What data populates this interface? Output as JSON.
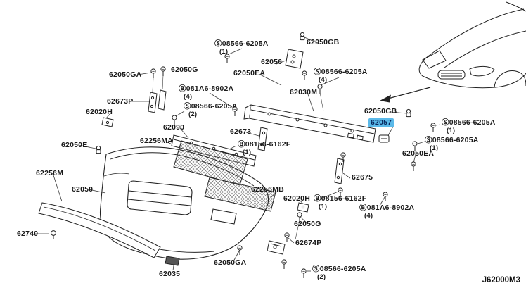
{
  "drawing_number": "J62000M3",
  "highlight_color": "#5bb9e9",
  "highlighted_part": "62057",
  "labels": [
    {
      "text": "62050GA"
    },
    {
      "text": "62050G"
    },
    {
      "text": "Ⓢ08566-6205A",
      "qty": "(1)"
    },
    {
      "text": "62056"
    },
    {
      "text": "62050GB"
    },
    {
      "text": "62050EA"
    },
    {
      "text": "Ⓢ08566-6205A",
      "qty": "(4)"
    },
    {
      "text": "Ⓑ081A6-8902A",
      "qty": "(4)"
    },
    {
      "text": "62673P"
    },
    {
      "text": "Ⓢ08566-6205A",
      "qty": "(2)"
    },
    {
      "text": "62020H"
    },
    {
      "text": "62030M"
    },
    {
      "text": "62090"
    },
    {
      "text": "62673"
    },
    {
      "text": "62050GB"
    },
    {
      "text": "62057",
      "highlighted": true
    },
    {
      "text": "Ⓢ08566-6205A",
      "qty": "(1)"
    },
    {
      "text": "Ⓢ08566-6205A",
      "qty": "(1)"
    },
    {
      "text": "62050EA"
    },
    {
      "text": "62050E"
    },
    {
      "text": "62256MA"
    },
    {
      "text": "Ⓑ08156-6162F",
      "qty": "(1)"
    },
    {
      "text": "62256M"
    },
    {
      "text": "62050"
    },
    {
      "text": "62256MB"
    },
    {
      "text": "62675"
    },
    {
      "text": "62020H"
    },
    {
      "text": "Ⓑ08156-6162F",
      "qty": "(1)"
    },
    {
      "text": "Ⓑ081A6-8902A",
      "qty": "(4)"
    },
    {
      "text": "62050G"
    },
    {
      "text": "62740"
    },
    {
      "text": "62674P"
    },
    {
      "text": "62050GA"
    },
    {
      "text": "62035"
    },
    {
      "text": "Ⓢ08566-6205A",
      "qty": "(2)"
    }
  ]
}
